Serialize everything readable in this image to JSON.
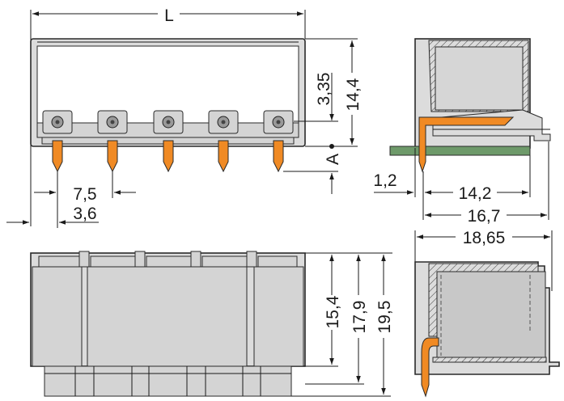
{
  "drawing": {
    "colors": {
      "housing": "#dcdcdc",
      "pin": "#f08a24",
      "pcb": "#6e9a6a",
      "line": "#1a1a1a"
    },
    "front_view": {
      "length_label": "L",
      "dim_pitch": "7,5",
      "dim_offset": "3,6",
      "dim_clamp_height": "3,35",
      "dim_height": "14,4",
      "dim_pin_length": "A",
      "pole_count": 5
    },
    "side_view": {
      "dim_pcb_offset": "1,2",
      "dim_depth_1": "14,2",
      "dim_depth_2": "16,7"
    },
    "bottom_side_view": {
      "dim_depth_total": "18,65"
    },
    "rear_view": {
      "dim_h1": "15,4",
      "dim_h2": "17,9",
      "dim_h3": "19,5"
    }
  }
}
